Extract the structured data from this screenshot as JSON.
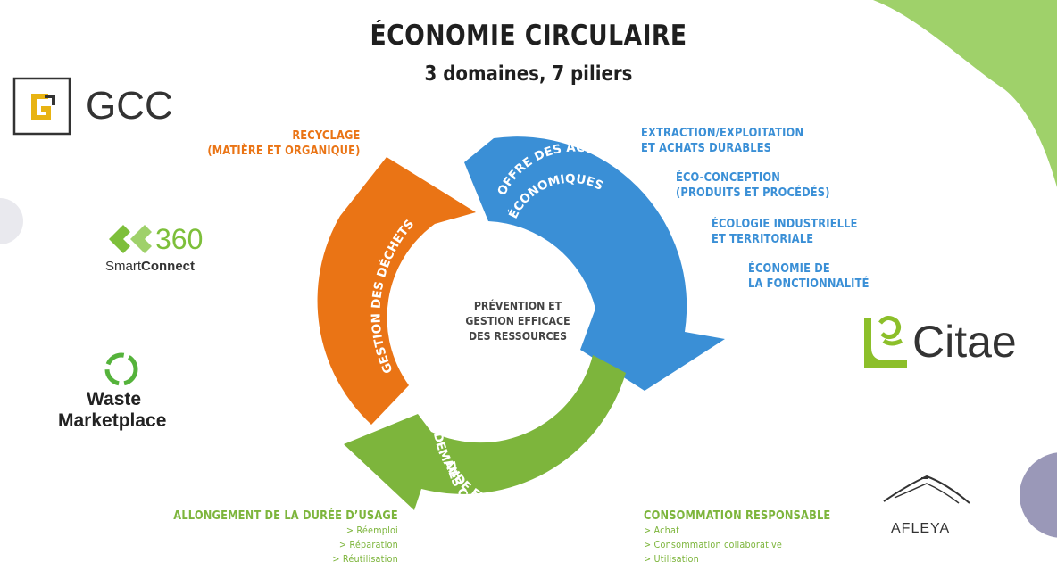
{
  "title": "ÉCONOMIE CIRCULAIRE",
  "subtitle": "3 domaines, 7 piliers",
  "cycle": {
    "center": [
      "PRÉVENTION ET",
      "GESTION EFFICACE",
      "DES RESSOURCES"
    ],
    "offre_text": "OFFRE DES ACTEURS ÉCONOMIQUES",
    "demande_text": "DEMANDE ET COMPORTEMENT DES COMSOMMATEURS",
    "dechets_text": "GESTION DES DÉCHETS",
    "colors": {
      "blue": "#3a8fd6",
      "green": "#7db53c",
      "orange": "#ea7415"
    }
  },
  "pillars": {
    "recyclage": [
      "RECYCLAGE",
      "(MATIÈRE ET ORGANIQUE)"
    ],
    "extraction": [
      "EXTRACTION/EXPLOITATION",
      "ET ACHATS DURABLES"
    ],
    "ecoconception": [
      "ÉCO-CONCEPTION",
      "(PRODUITS ET PROCÉDÉS)"
    ],
    "ecologie": [
      "ÉCOLOGIE INDUSTRIELLE",
      "ET TERRITORIALE"
    ],
    "fonctionnalite": [
      "ÉCONOMIE DE",
      "LA FONCTIONNALITÉ"
    ],
    "allongement": {
      "title": "ALLONGEMENT DE LA DURÉE D’USAGE",
      "items": [
        "> Réemploi",
        "> Réparation",
        "> Réutilisation"
      ]
    },
    "consommation": {
      "title": "CONSOMMATION RESPONSABLE",
      "items": [
        "> Achat",
        "> Consommation collaborative",
        "> Utilisation"
      ]
    }
  },
  "logos": {
    "gcc": "GCC",
    "smartconnect_num": "360",
    "smartconnect_a": "Smart",
    "smartconnect_b": "Connect",
    "waste_1": "Waste",
    "waste_2": "Marketplace",
    "citae": "Citae",
    "afleya": "AFLEYA"
  },
  "icons": [
    "gcc-logo-icon",
    "smartconnect-logo-icon",
    "recycle-icon",
    "citae-logo-icon",
    "mountain-icon"
  ]
}
